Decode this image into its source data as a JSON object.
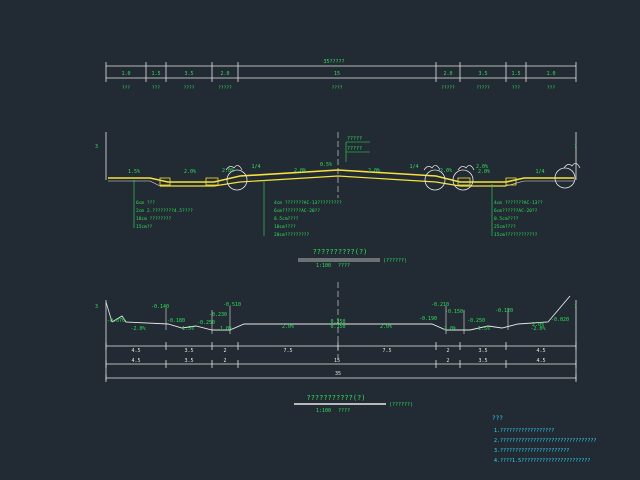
{
  "top_dims": {
    "total": "35?????",
    "segments": [
      "1.0",
      "1.5",
      "3.5",
      "2.0",
      "15",
      "2.0",
      "3.5",
      "1.5",
      "1.0"
    ],
    "segment_labels": [
      "???",
      "???",
      "????",
      "?????",
      "????",
      "?????",
      "?????",
      "???",
      "???"
    ]
  },
  "section1": {
    "side_left": "3",
    "side_right": "?",
    "center_label": "?????",
    "center_sub": "?????",
    "slope_labels": [
      "1.5%",
      "2.0%",
      "2.0%",
      "1/4",
      "2.0%",
      "0.5%",
      "2.0%",
      "1/4",
      "2.0%",
      "2.0%",
      "2.0%",
      "1/4"
    ],
    "left_layers": [
      "6cm ???",
      "2cm  2.????????4.5????",
      "18cm  ????????",
      "15cm??"
    ],
    "center_layers": [
      "4cm  ???????AC-13?????????",
      "6cm???????AC-20??",
      "8.5cm????",
      "10cm????",
      "20cm?????????"
    ],
    "right_layers": [
      "4cm  ???????AC-13??",
      "6cm??????AC-20??",
      "0.5cm????",
      "25cm????",
      "15cm????????????"
    ],
    "caption": "??????????(?)",
    "caption_side": "(??????)",
    "scale": "1:100",
    "scale_unit": "????"
  },
  "section2": {
    "side_left": "3",
    "side_right": "?",
    "elevations": [
      "-0.070",
      "-2.0%",
      "-0.140",
      "-0.180",
      "-0.250",
      "-0.230",
      "-0.510",
      "0.250",
      "-0.190",
      "-0.150",
      "-0.210",
      "-0.250",
      "-0.120",
      "-2.0%",
      "-0.020"
    ],
    "slopes": [
      "1.5%",
      "1.0%",
      "2.0%",
      "0.150",
      "2.0%",
      "2.0%",
      "1.5%",
      "2.0%"
    ],
    "dims_row1": [
      "4.5",
      "3.5",
      "2",
      "7.5",
      "7.5",
      "2",
      "3.5",
      "4.5"
    ],
    "dims_row2": [
      "4.5",
      "3.5",
      "2",
      "15",
      "2",
      "3.5",
      "4.5"
    ],
    "dims_total": "35",
    "caption": "???????????(?)",
    "caption_side": "(??????)",
    "scale": "1:100",
    "scale_unit": "????"
  },
  "notes": {
    "title": "???",
    "items": [
      "1.??????????????????",
      "2.????????????????????????????????",
      "3.???????????????????????",
      "4.????1.5???????????????????????"
    ]
  }
}
